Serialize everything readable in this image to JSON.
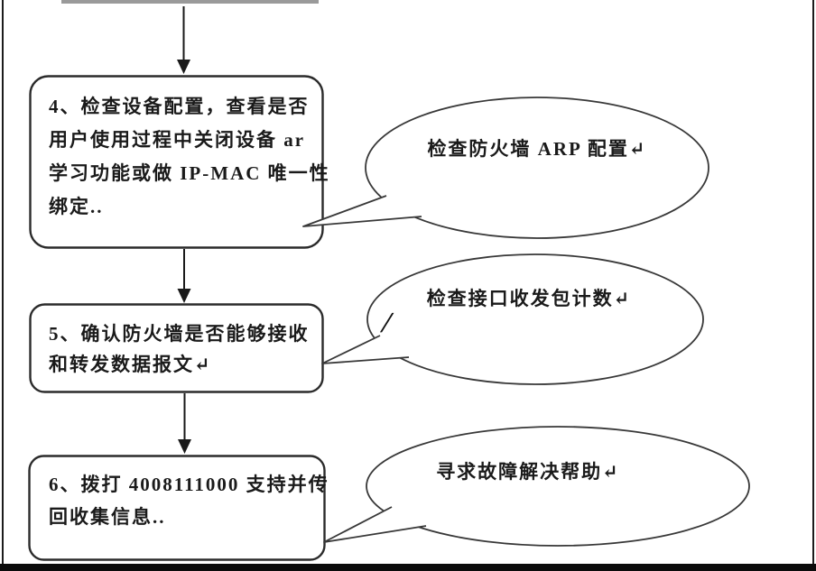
{
  "page": {
    "description": "Firewall troubleshooting flowchart (scanned document fragment)"
  },
  "colors": {
    "box_stroke": "#2b2b2b",
    "bubble_stroke": "#383838",
    "arrow": "#1a1a1a",
    "text": "#1a1a1a",
    "top_line": "#9a9a9a",
    "frame": "#1c1c1c",
    "bottom_bar": "#0b0b0b",
    "background": "#ffffff"
  },
  "flow": {
    "steps": [
      {
        "name": "step-4",
        "lines": [
          "4、检查设备配置，查看是否",
          "用户使用过程中关闭设备 ar",
          "学习功能或做 IP-MAC 唯一性",
          "绑定.."
        ]
      },
      {
        "name": "step-5",
        "lines": [
          "5、确认防火墙是否能够接收",
          "和转发数据报文↵"
        ]
      },
      {
        "name": "step-6",
        "lines": [
          "6、拨打 4008111000 支持并传",
          "回收集信息.."
        ]
      }
    ],
    "callouts": [
      {
        "name": "callout-1",
        "label": "检查防火墙 ARP 配置↵"
      },
      {
        "name": "callout-2",
        "label": "检查接口收发包计数↵"
      },
      {
        "name": "callout-3",
        "label": "寻求故障解决帮助↵"
      }
    ],
    "stray_mark": "/"
  }
}
